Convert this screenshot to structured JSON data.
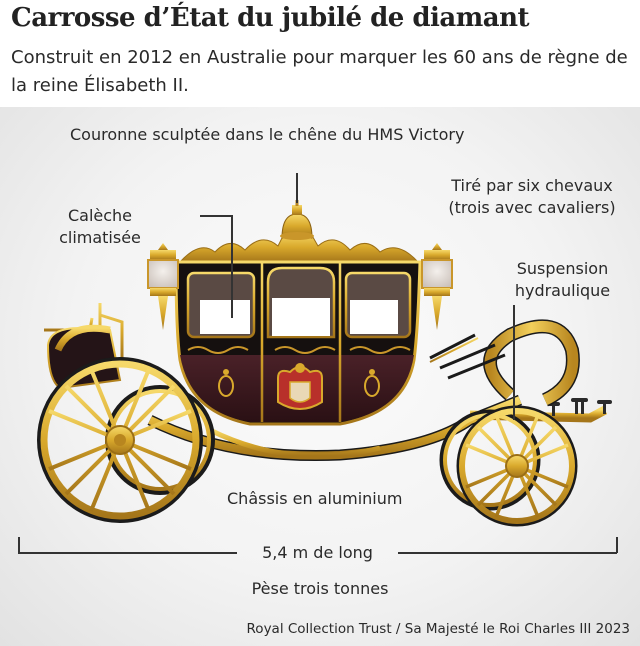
{
  "header": {
    "title": "Carrosse d’État du jubilé de diamant",
    "subtitle": "Construit en 2012 en Australie pour marquer les 60 ans de règne de la reine Élisabeth II."
  },
  "annotations": {
    "crown": "Couronne sculptée dans le chêne du HMS Victory",
    "horses_line1": "Tiré par six chevaux",
    "horses_line2": "(trois avec cavaliers)",
    "cabin_line1": "Calèche",
    "cabin_line2": "climatisée",
    "suspension_line1": "Suspension",
    "suspension_line2": "hydraulique",
    "chassis": "Châssis en aluminium",
    "length": "5,4 m de long",
    "weight": "Pèse trois tonnes"
  },
  "credit": "Royal Collection Trust / Sa Majesté le Roi Charles III 2023",
  "colors": {
    "gold": "#d9a92c",
    "gold_light": "#f2cf5b",
    "gold_dark": "#a5761a",
    "body_black": "#15100f",
    "body_maroon": "#3b1a1f",
    "text": "#222222",
    "leader_line": "#333333"
  },
  "illustration": {
    "subject": "Diamond Jubilee State Coach",
    "icons": [
      "crown-icon",
      "coat-of-arms-icon",
      "lantern-icon",
      "wheel-icon"
    ]
  }
}
